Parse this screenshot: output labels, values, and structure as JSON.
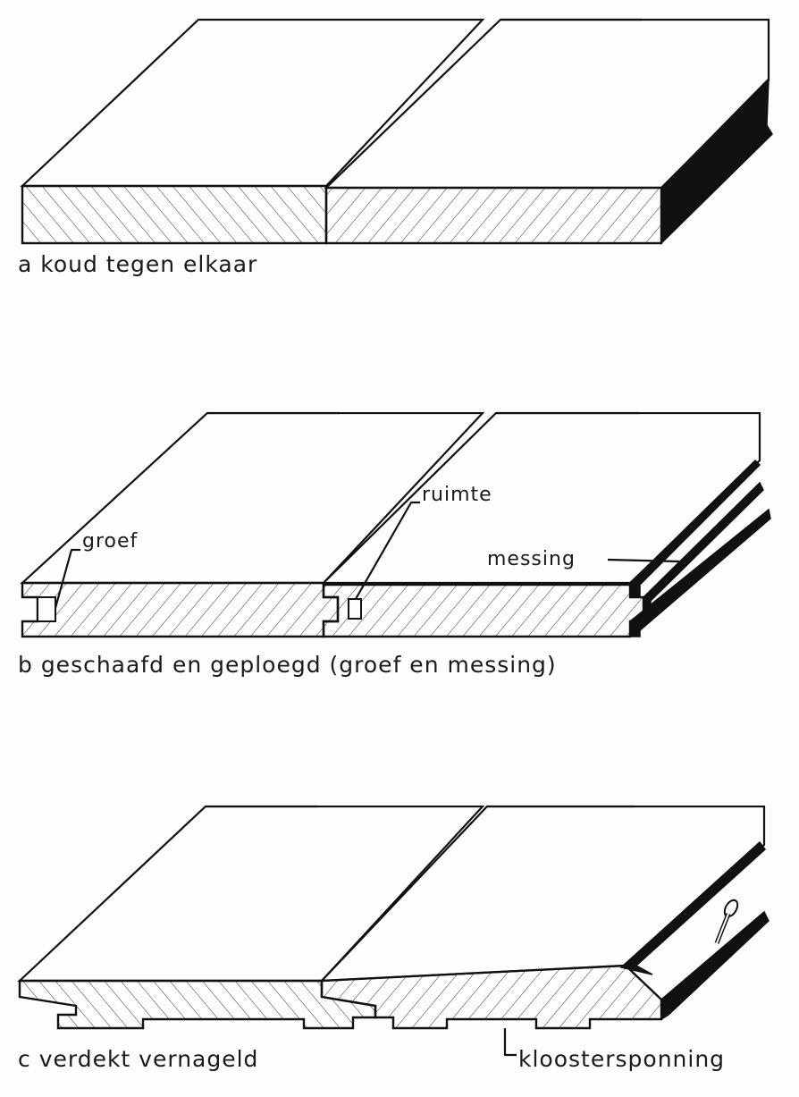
{
  "diagrams": [
    {
      "caption": "a koud tegen elkaar"
    },
    {
      "caption": "b geschaafd en geploegd (groef en messing)",
      "labels": {
        "groove": "groef",
        "gap": "ruimte",
        "tongue": "messing"
      }
    },
    {
      "caption": "c verdekt vernageld",
      "labels": {
        "rebate": "kloostersponning"
      }
    }
  ]
}
